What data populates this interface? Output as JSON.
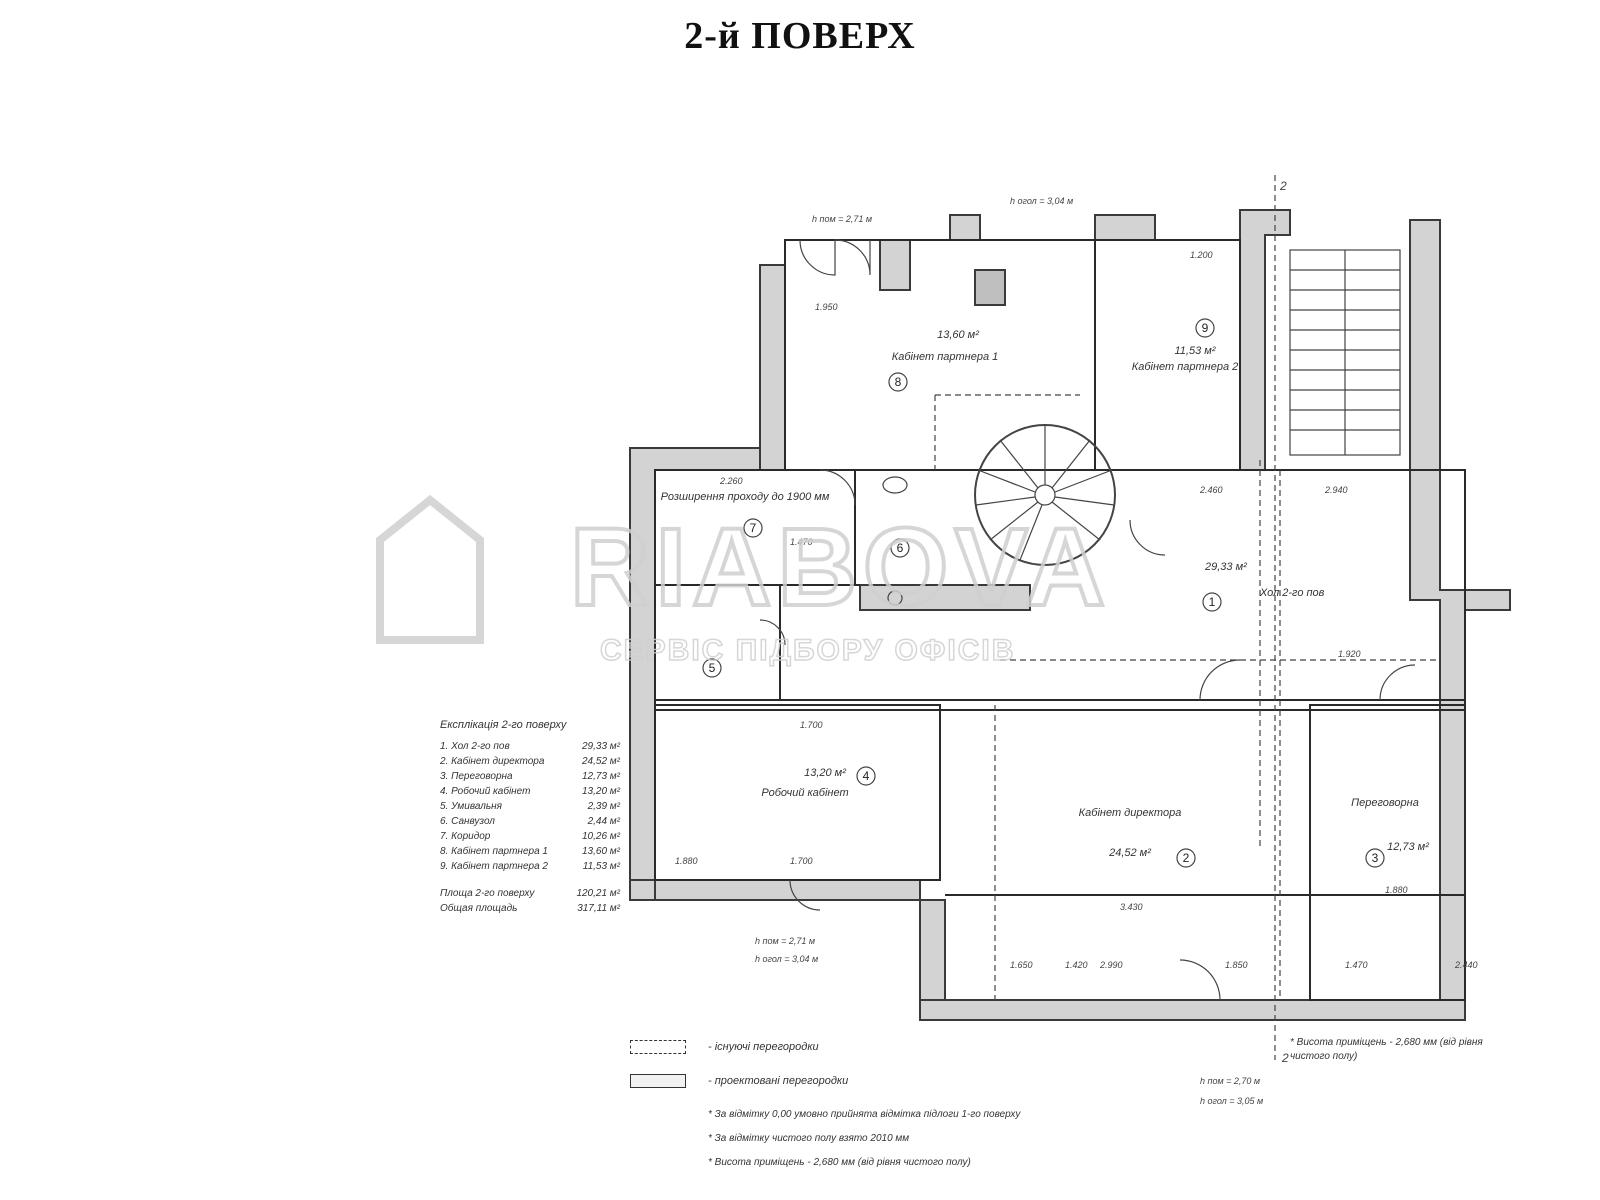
{
  "title": "2-й ПОВЕРХ",
  "rooms": [
    {
      "num": "1",
      "label": "Хол 2-го пов",
      "area": "29,33 м²"
    },
    {
      "num": "2",
      "label": "Кабінет директора",
      "area": "24,52 м²"
    },
    {
      "num": "3",
      "label": "Переговорна",
      "area": "12,73 м²"
    },
    {
      "num": "4",
      "label": "Робочий кабінет",
      "area": "13,20 м²"
    },
    {
      "num": "5",
      "label": "Умивальня",
      "area": "2,39 м²"
    },
    {
      "num": "6",
      "label": "Санвузол",
      "area": "2,44 м²"
    },
    {
      "num": "7",
      "label": "Коридор",
      "area": "10,26 м²"
    },
    {
      "num": "8",
      "label": "Кабінет партнера 1",
      "area": "13,60 м²"
    },
    {
      "num": "9",
      "label": "Кабінет партнера 2",
      "area": "11,53 м²"
    }
  ],
  "explication": {
    "heading": "Експлікація 2-го поверху",
    "items": [
      {
        "name": "1. Хол 2-го пов",
        "area": "29,33 м²"
      },
      {
        "name": "2. Кабінет директора",
        "area": "24,52 м²"
      },
      {
        "name": "3. Переговорна",
        "area": "12,73 м²"
      },
      {
        "name": "4. Робочий кабінет",
        "area": "13,20 м²"
      },
      {
        "name": "5. Умивальня",
        "area": "2,39 м²"
      },
      {
        "name": "6. Санвузол",
        "area": "2,44 м²"
      },
      {
        "name": "7. Коридор",
        "area": "10,26 м²"
      },
      {
        "name": "8. Кабінет партнера 1",
        "area": "13,60 м²"
      },
      {
        "name": "9. Кабінет партнера 2",
        "area": "11,53 м²"
      }
    ],
    "total_floor_label": "Площа 2-го поверху",
    "total_floor_value": "120,21 м²",
    "total_label": "Общая площадь",
    "total_value": "317,11 м²"
  },
  "dimensions": [
    "2.260",
    "1.950",
    "1.200",
    "1.920",
    "1.880",
    "1.700",
    "2.460",
    "2.940",
    "2.990",
    "1.700",
    "3.430",
    "1.850",
    "1.880",
    "1.470",
    "2.440",
    "1.420",
    "1.650",
    "1.470"
  ],
  "corridor_note": "Розширення проходу до 1900 мм",
  "legend": [
    {
      "type": "dashed",
      "label": "- існуючі перегородки"
    },
    {
      "type": "solid",
      "label": "- проектовані перегородки"
    }
  ],
  "notes": [
    "* За відмітку 0,00 умовно прийнята відмітка підлоги 1-го поверху",
    "* За відмітку чистого полу взято 2010 мм",
    "* Висота приміщень - 2,680 мм (від рівня чистого полу)"
  ],
  "side_note": "* Висота приміщень - 2,680 мм (від рівня чистого полу)",
  "heights": [
    "h пом = 2,71 м",
    "h огол = 3,04 м",
    "h пом = 2,71 м",
    "h огол = 3,04 м",
    "h пом = 2,70 м",
    "h огол = 3,05 м"
  ],
  "section_marks": [
    "2",
    "2"
  ],
  "watermark": {
    "brand": "RIABOVA",
    "tagline": "СЕРВІС ПІДБОРУ ОФІСІВ"
  }
}
